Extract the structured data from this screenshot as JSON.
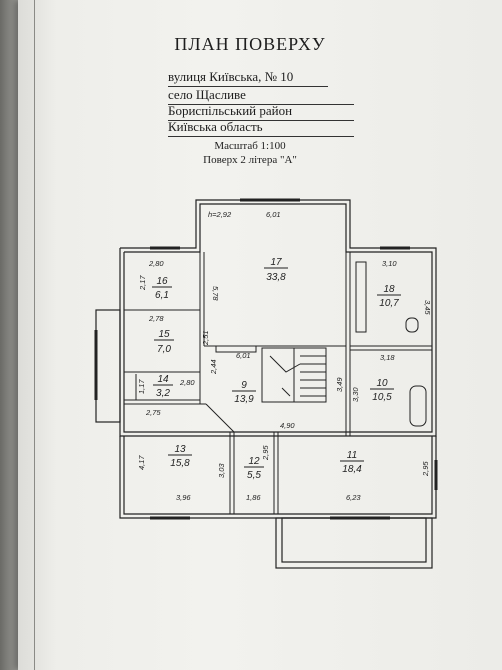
{
  "header": {
    "title": "ПЛАН ПОВЕРХУ",
    "street": "вулиця  Київська,      № 10",
    "village": "село  Щасливе",
    "district": "Бориспільський район",
    "region": "Київська область",
    "scale": "Масштаб 1:100",
    "floor": "Поверх 2  літера \"А\""
  },
  "rooms": [
    {
      "num": "17",
      "area": "33,8"
    },
    {
      "num": "16",
      "area": "6,1"
    },
    {
      "num": "18",
      "area": "10,7"
    },
    {
      "num": "15",
      "area": "7,0"
    },
    {
      "num": "14",
      "area": "3,2"
    },
    {
      "num": "9",
      "area": "13,9"
    },
    {
      "num": "10",
      "area": "10,5"
    },
    {
      "num": "13",
      "area": "15,8"
    },
    {
      "num": "12",
      "area": "5,5"
    },
    {
      "num": "11",
      "area": "18,4"
    }
  ],
  "dimensions": {
    "height": "h=2,92",
    "d601a": "6,01",
    "d280": "2,80",
    "d217": "2,17",
    "d578": "5,78",
    "d310": "3,10",
    "d345": "3,45",
    "d278": "2,78",
    "d251": "2,51",
    "d244": "2,44",
    "d601b": "6,01",
    "d318": "3,18",
    "d349": "3,49",
    "d330": "3,30",
    "d280b": "2,80",
    "d117": "1,17",
    "d275": "2,75",
    "d490": "4,90",
    "d417": "4,17",
    "d303": "3,03",
    "d295a": "2,95",
    "d295b": "2,95",
    "d396": "3,96",
    "d186": "1,86",
    "d623": "6,23"
  }
}
